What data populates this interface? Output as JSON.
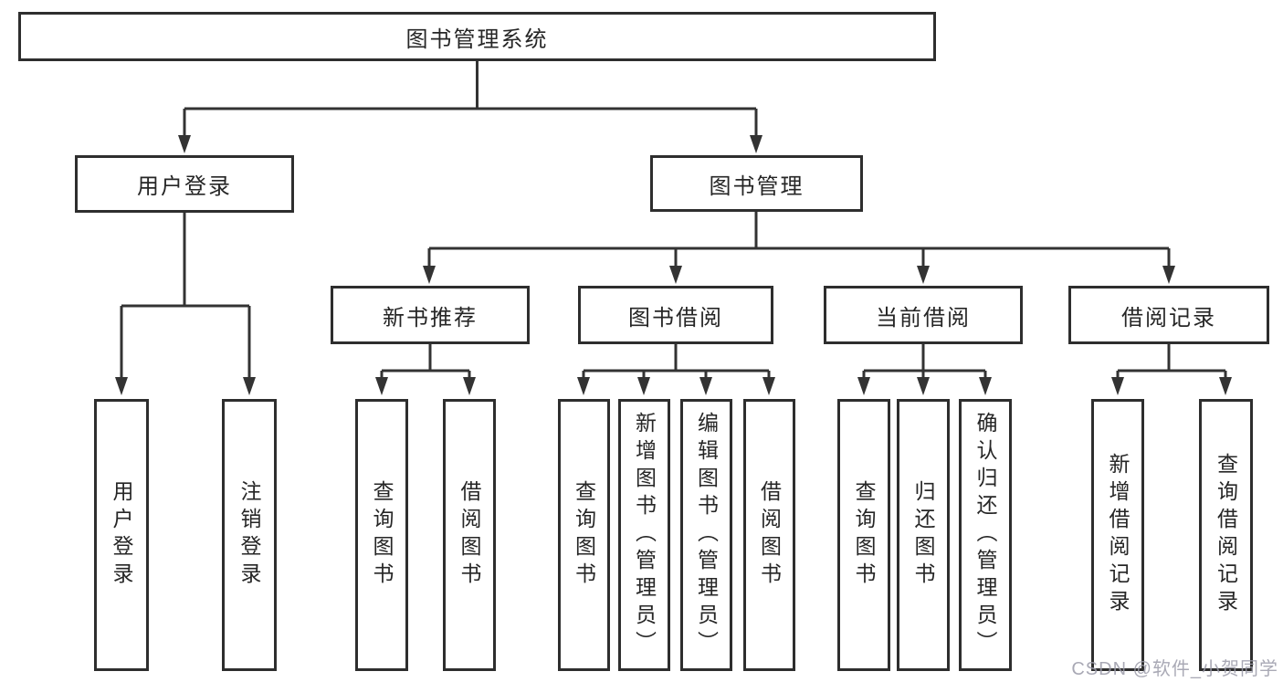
{
  "tree": {
    "label": "图书管理系统",
    "children": [
      {
        "label": "用户登录",
        "children": [
          {
            "label": "用户登录"
          },
          {
            "label": "注销登录"
          }
        ]
      },
      {
        "label": "图书管理",
        "children": [
          {
            "label": "新书推荐",
            "children": [
              {
                "label": "查询图书"
              },
              {
                "label": "借阅图书"
              }
            ]
          },
          {
            "label": "图书借阅",
            "children": [
              {
                "label": "查询图书"
              },
              {
                "label": "新增图书（管理员）"
              },
              {
                "label": "编辑图书（管理员）"
              },
              {
                "label": "借阅图书"
              }
            ]
          },
          {
            "label": "当前借阅",
            "children": [
              {
                "label": "查询图书"
              },
              {
                "label": "归还图书"
              },
              {
                "label": "确认归还（管理员）"
              }
            ]
          },
          {
            "label": "借阅记录",
            "children": [
              {
                "label": "新增借阅记录"
              },
              {
                "label": "查询借阅记录"
              }
            ]
          }
        ]
      }
    ]
  },
  "watermark": "CSDN @软件_小贺同学",
  "colors": {
    "line": "#333333",
    "box_border": "#2e2e2e",
    "text": "#262626",
    "background": "#ffffff",
    "watermark": "#9b9ba9"
  }
}
